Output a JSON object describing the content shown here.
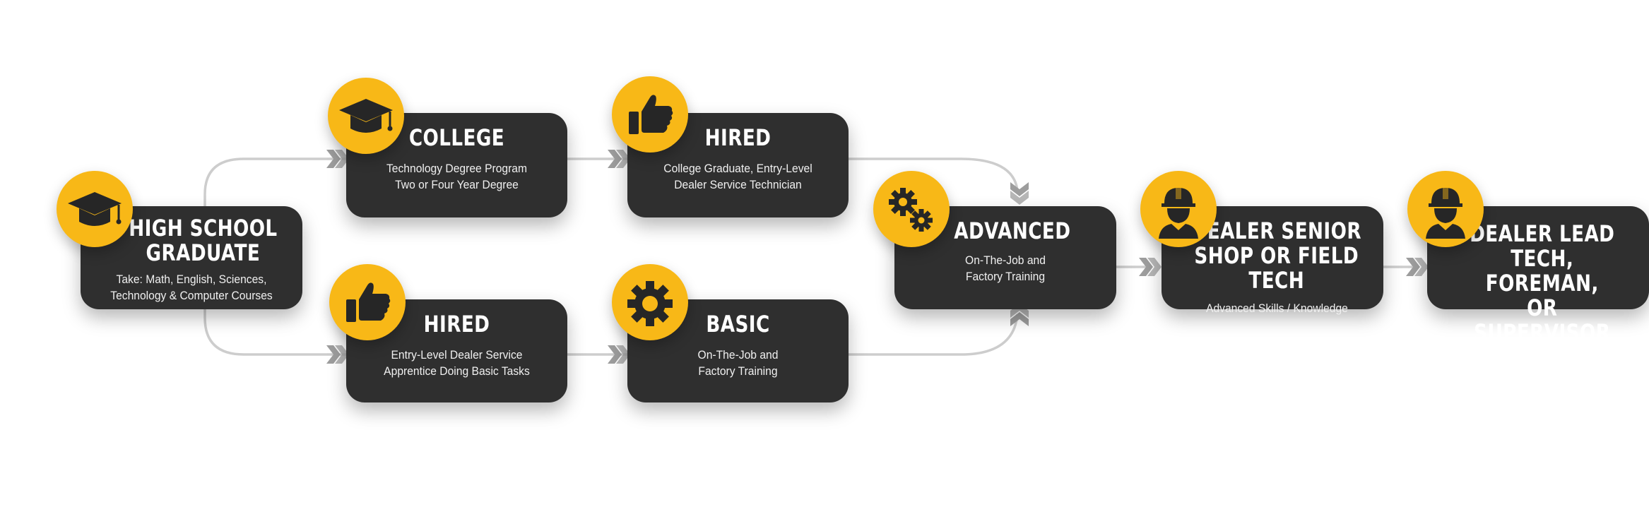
{
  "colors": {
    "accent": "#f8b817",
    "card": "#2f2f2f",
    "connector": "#cccccc",
    "arrow": "#9a9a9a",
    "text": "#ffffff"
  },
  "nodes": {
    "high_school": {
      "title": "HIGH SCHOOL\nGRADUATE",
      "desc": "Take: Math, English, Sciences,\nTechnology & Computer Courses",
      "icon": "graduation-cap-icon"
    },
    "college": {
      "title": "COLLEGE",
      "desc": "Technology Degree Program\nTwo or Four Year Degree",
      "icon": "graduation-cap-icon"
    },
    "hired_college": {
      "title": "HIRED",
      "desc": "College Graduate, Entry-Level\nDealer Service Technician",
      "icon": "thumbs-up-icon"
    },
    "hired_apprentice": {
      "title": "HIRED",
      "desc": "Entry-Level Dealer Service\nApprentice Doing Basic Tasks",
      "icon": "thumbs-up-icon"
    },
    "basic": {
      "title": "BASIC",
      "desc": "On-The-Job and\nFactory Training",
      "icon": "gear-icon"
    },
    "advanced": {
      "title": "ADVANCED",
      "desc": "On-The-Job and\nFactory Training",
      "icon": "gears-icon"
    },
    "senior": {
      "title": "DEALER SENIOR\nSHOP OR FIELD TECH",
      "desc": "Advanced Skills / Knowledge",
      "icon": "hard-hat-worker-icon"
    },
    "lead": {
      "title": "DEALER LEAD\nTECH, FOREMAN,\nOR SUPERVISOR",
      "desc": "",
      "icon": "hard-hat-worker-icon"
    }
  }
}
